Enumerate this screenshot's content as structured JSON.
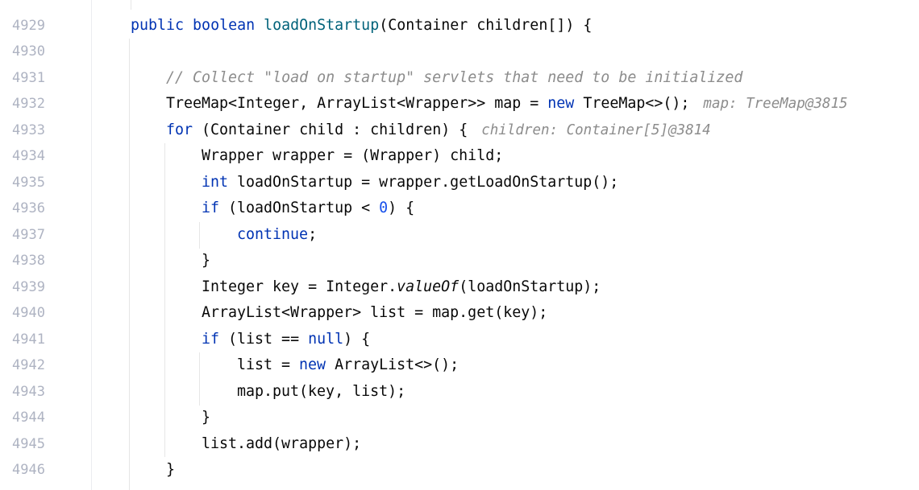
{
  "editor": {
    "lines": [
      {
        "number": "4929",
        "indent": 0,
        "tokens": [
          [
            "kw",
            "public"
          ],
          [
            "",
            ""
          ],
          [
            "kw",
            " boolean"
          ],
          [
            "fn",
            " loadOnStartup"
          ],
          [
            "",
            "(Container children[]) {"
          ]
        ]
      },
      {
        "number": "4930",
        "indent": 0,
        "tokens": []
      },
      {
        "number": "4931",
        "indent": 1,
        "tokens": [
          [
            "cm",
            "// Collect \"load on startup\" servlets that need to be initialized"
          ]
        ]
      },
      {
        "number": "4932",
        "indent": 1,
        "tokens": [
          [
            "",
            "TreeMap<Integer, ArrayList<Wrapper>> map = "
          ],
          [
            "kw",
            "new"
          ],
          [
            "",
            " TreeMap<>();"
          ]
        ],
        "hint": "map: TreeMap@3815"
      },
      {
        "number": "4933",
        "indent": 1,
        "tokens": [
          [
            "kw",
            "for"
          ],
          [
            "",
            " (Container child : children) {"
          ]
        ],
        "hint": "children: Container[5]@3814"
      },
      {
        "number": "4934",
        "indent": 2,
        "tokens": [
          [
            "",
            "Wrapper wrapper = (Wrapper) child;"
          ]
        ]
      },
      {
        "number": "4935",
        "indent": 2,
        "tokens": [
          [
            "kw",
            "int"
          ],
          [
            "",
            " loadOnStartup = wrapper.getLoadOnStartup();"
          ]
        ]
      },
      {
        "number": "4936",
        "indent": 2,
        "tokens": [
          [
            "kw",
            "if"
          ],
          [
            "",
            " (loadOnStartup < "
          ],
          [
            "num",
            "0"
          ],
          [
            "",
            ") {"
          ]
        ]
      },
      {
        "number": "4937",
        "indent": 3,
        "tokens": [
          [
            "kw",
            "continue"
          ],
          [
            "",
            ";"
          ]
        ]
      },
      {
        "number": "4938",
        "indent": 2,
        "tokens": [
          [
            "",
            "}"
          ]
        ]
      },
      {
        "number": "4939",
        "indent": 2,
        "tokens": [
          [
            "",
            "Integer key = Integer."
          ],
          [
            "it",
            "valueOf"
          ],
          [
            "",
            "(loadOnStartup);"
          ]
        ]
      },
      {
        "number": "4940",
        "indent": 2,
        "tokens": [
          [
            "",
            "ArrayList<Wrapper> list = map.get(key);"
          ]
        ]
      },
      {
        "number": "4941",
        "indent": 2,
        "tokens": [
          [
            "kw",
            "if"
          ],
          [
            "",
            " (list == "
          ],
          [
            "kw",
            "null"
          ],
          [
            "",
            ") {"
          ]
        ]
      },
      {
        "number": "4942",
        "indent": 3,
        "tokens": [
          [
            "",
            "list = "
          ],
          [
            "kw",
            "new"
          ],
          [
            "",
            " ArrayList<>();"
          ]
        ]
      },
      {
        "number": "4943",
        "indent": 3,
        "tokens": [
          [
            "",
            "map.put(key, list);"
          ]
        ]
      },
      {
        "number": "4944",
        "indent": 2,
        "tokens": [
          [
            "",
            "}"
          ]
        ]
      },
      {
        "number": "4945",
        "indent": 2,
        "tokens": [
          [
            "",
            "list.add(wrapper);"
          ]
        ]
      },
      {
        "number": "4946",
        "indent": 1,
        "tokens": [
          [
            "",
            "}"
          ]
        ]
      }
    ]
  }
}
